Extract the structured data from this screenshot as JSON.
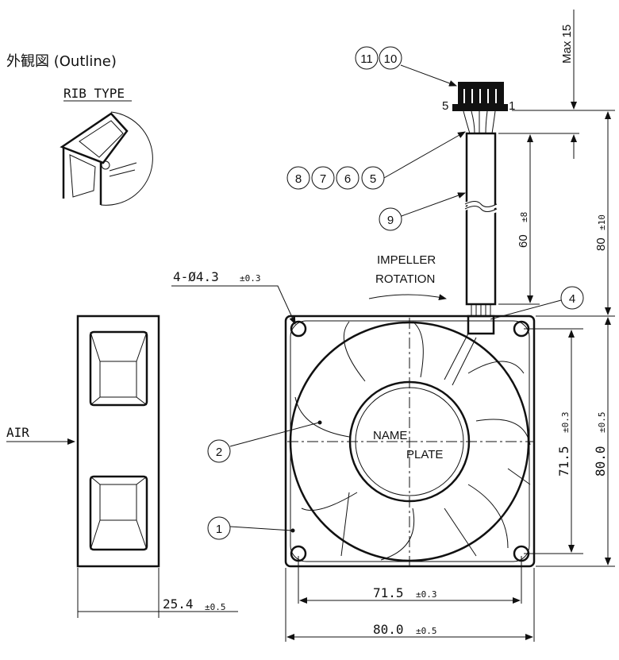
{
  "title": "外観図 (Outline)",
  "rib_type_label": "RIB TYPE",
  "air_label": "AIR",
  "impeller": {
    "line1": "IMPELLER",
    "line2": "ROTATION"
  },
  "name_plate": {
    "line1": "NAME",
    "line2": "PLATE"
  },
  "hole_spec": {
    "value": "4-Ø4.3",
    "tol": "±0.3"
  },
  "connector_pins": {
    "left": "5",
    "right": "1"
  },
  "dimensions": {
    "thickness": {
      "value": "25.4",
      "tol": "±0.5"
    },
    "hole_pitch_h": {
      "value": "71.5",
      "tol": "±0.3"
    },
    "width_h": {
      "value": "80.0",
      "tol": "±0.5"
    },
    "hole_pitch_v": {
      "value": "71.5",
      "tol": "±0.3"
    },
    "width_v": {
      "value": "80.0",
      "tol": "±0.5"
    },
    "max15": "Max 15",
    "lead60": {
      "value": "60",
      "tol": "±8"
    },
    "lead80": {
      "value": "80",
      "tol": "±10"
    }
  },
  "balloons": [
    "11",
    "10",
    "8",
    "7",
    "6",
    "5",
    "9",
    "4",
    "2",
    "1"
  ]
}
